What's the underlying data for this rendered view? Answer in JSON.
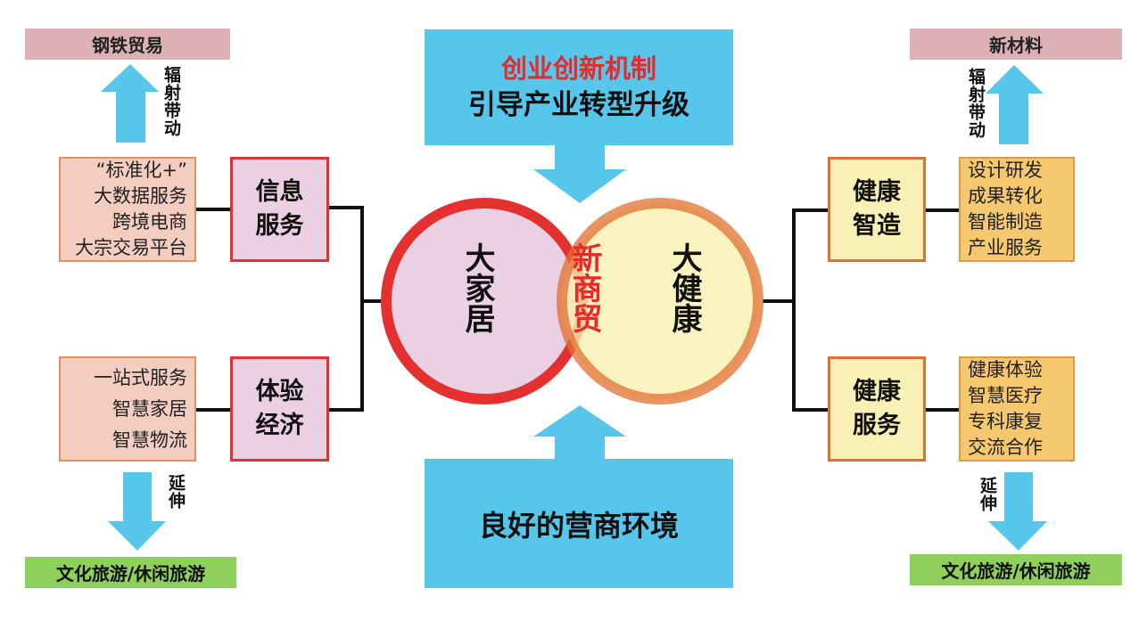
{
  "top_left": {
    "title": "钢铁贸易",
    "arrow_label": "辐射带动"
  },
  "top_right": {
    "title": "新材料",
    "arrow_label": "辐射带动"
  },
  "bottom_left": {
    "title": "文化旅游/休闲旅游",
    "arrow_label": "延伸"
  },
  "bottom_right": {
    "title": "文化旅游/休闲旅游",
    "arrow_label": "延伸"
  },
  "center_top": {
    "line1": "创业创新机制",
    "line2": "引导产业转型升级"
  },
  "center_bottom": {
    "label": "良好的营商环境"
  },
  "circles": {
    "left": "大家居",
    "overlap": "新商贸",
    "right": "大健康"
  },
  "left_groups": [
    {
      "category": [
        "信息",
        "服务"
      ],
      "items": [
        "“标准化+”",
        "大数据服务",
        "跨境电商",
        "大宗交易平台"
      ]
    },
    {
      "category": [
        "体验",
        "经济"
      ],
      "items": [
        "一站式服务",
        "智慧家居",
        "智慧物流"
      ]
    }
  ],
  "right_groups": [
    {
      "category": [
        "健康",
        "智造"
      ],
      "items": [
        "设计研发",
        "成果转化",
        "智能制造",
        "产业服务"
      ]
    },
    {
      "category": [
        "健康",
        "服务"
      ],
      "items": [
        "健康体验",
        "智慧医疗",
        "专科康复",
        "交流合作"
      ]
    }
  ],
  "colors": {
    "arrow": "#56c6ea",
    "red": "#e53030",
    "orange": "#e07030"
  }
}
